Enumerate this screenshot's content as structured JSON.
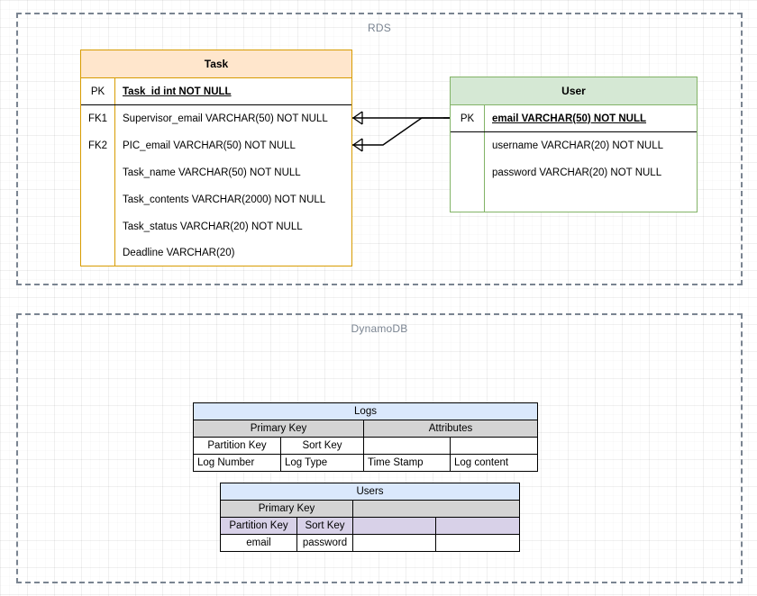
{
  "regions": [
    {
      "id": "rds",
      "label": "RDS"
    },
    {
      "id": "dynamodb",
      "label": "DynamoDB"
    }
  ],
  "entities": {
    "task": {
      "title": "Task",
      "attributes": [
        {
          "key": "PK",
          "name": "Task_id int NOT NULL",
          "pk": true
        },
        {
          "key": "FK1",
          "name": "Supervisor_email VARCHAR(50) NOT NULL",
          "pk": false
        },
        {
          "key": "FK2",
          "name": "PIC_email VARCHAR(50) NOT NULL",
          "pk": false
        },
        {
          "key": "",
          "name": "Task_name VARCHAR(50) NOT NULL",
          "pk": false
        },
        {
          "key": "",
          "name": "Task_contents VARCHAR(2000) NOT NULL",
          "pk": false
        },
        {
          "key": "",
          "name": "Task_status VARCHAR(20) NOT NULL",
          "pk": false
        },
        {
          "key": "",
          "name": "Deadline VARCHAR(20)",
          "pk": false
        }
      ]
    },
    "user": {
      "title": "User",
      "attributes": [
        {
          "key": "PK",
          "name": "email VARCHAR(50) NOT NULL",
          "pk": true
        },
        {
          "key": "",
          "name": "username VARCHAR(20) NOT NULL",
          "pk": false
        },
        {
          "key": "",
          "name": "password VARCHAR(20) NOT NULL",
          "pk": false
        }
      ]
    }
  },
  "dynamo_tables": {
    "logs": {
      "title": "Logs",
      "groups": [
        {
          "label": "Primary Key",
          "span": 2
        },
        {
          "label": "Attributes",
          "span": 2
        }
      ],
      "key_headers": [
        "Partition Key",
        "Sort Key",
        "",
        ""
      ],
      "values": [
        "Log Number",
        "Log Type",
        "Time Stamp",
        "Log content"
      ]
    },
    "users": {
      "title": "Users",
      "groups": [
        {
          "label": "Primary Key",
          "span": 2
        },
        {
          "label": "",
          "span": 2
        }
      ],
      "key_headers": [
        "Partition Key",
        "Sort Key",
        "",
        ""
      ],
      "values": [
        "email",
        "password",
        "",
        ""
      ]
    }
  },
  "relationships": [
    {
      "from": "task.Supervisor_email",
      "to": "user.email",
      "from_cardinality": "many",
      "to_cardinality": "one"
    },
    {
      "from": "task.PIC_email",
      "to": "user.email",
      "from_cardinality": "many",
      "to_cardinality": "one"
    }
  ],
  "colors": {
    "task_fill": "#FFE6CC",
    "task_stroke": "#D79B00",
    "user_fill": "#D5E8D4",
    "user_stroke": "#82B366",
    "dynamo_title_fill": "#DAE8FC",
    "dynamo_group_fill": "#D4D4D4",
    "dynamo_key_fill": "#D8D1E8",
    "region_stroke": "#7A8491",
    "region_label": "#7A8491"
  }
}
